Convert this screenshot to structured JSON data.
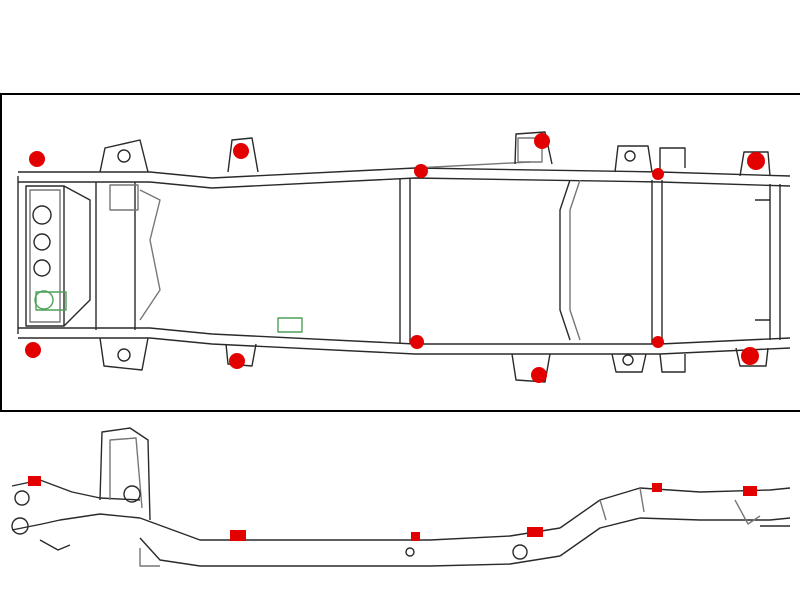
{
  "diagram": {
    "marker_color": "#e30000",
    "line_color": "#2a2a2a",
    "faint_color": "#9a9a9a",
    "green_tint": "#4fa05a",
    "top_view": {
      "points": [
        {
          "name": "top-view-point-front-left-upper"
        },
        {
          "name": "top-view-point-front-left-lower"
        },
        {
          "name": "top-view-point-2-upper"
        },
        {
          "name": "top-view-point-2-lower"
        },
        {
          "name": "top-view-point-3-upper"
        },
        {
          "name": "top-view-point-3-lower"
        },
        {
          "name": "top-view-point-4-upper"
        },
        {
          "name": "top-view-point-4-lower"
        },
        {
          "name": "top-view-point-5-upper"
        },
        {
          "name": "top-view-point-5-lower"
        },
        {
          "name": "top-view-point-rear-upper"
        },
        {
          "name": "top-view-point-rear-lower"
        }
      ]
    },
    "side_view": {
      "points": [
        {
          "name": "side-view-point-1"
        },
        {
          "name": "side-view-point-2"
        },
        {
          "name": "side-view-point-3"
        },
        {
          "name": "side-view-point-4"
        },
        {
          "name": "side-view-point-5"
        },
        {
          "name": "side-view-point-6"
        }
      ]
    }
  }
}
